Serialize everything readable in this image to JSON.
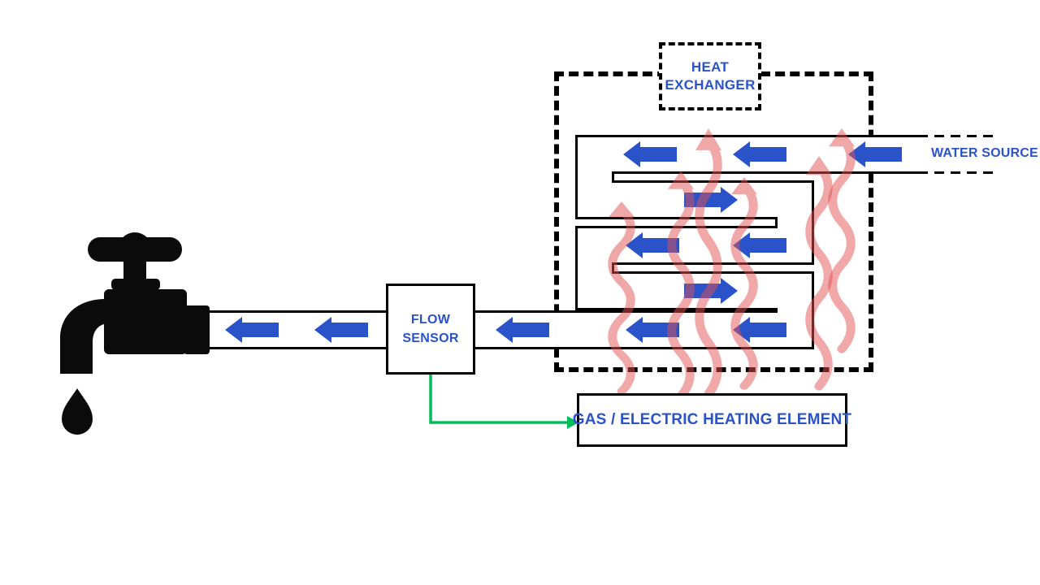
{
  "diagram": {
    "heat_exchanger_label": {
      "line1": "HEAT",
      "line2": "EXCHANGER"
    },
    "flow_sensor_label": {
      "line1": "FLOW",
      "line2": "SENSOR"
    },
    "water_source_label": "WATER SOURCE",
    "heating_element_label": "GAS / ELECTRIC HEATING ELEMENT"
  },
  "colors": {
    "label-text": "#2A53C9",
    "flow-arrow": "#2A53C9",
    "heat-wave": "#E25252",
    "signal-arrow": "#00BC5A",
    "line": "#000000",
    "background": "#FFFFFF"
  },
  "icons": {
    "faucet": "faucet-icon",
    "water_drop": "water-drop-icon",
    "flow_arrows": "flow-arrow-icon",
    "heat_waves": "heat-wave-icon",
    "signal_arrow": "signal-arrow-icon"
  }
}
